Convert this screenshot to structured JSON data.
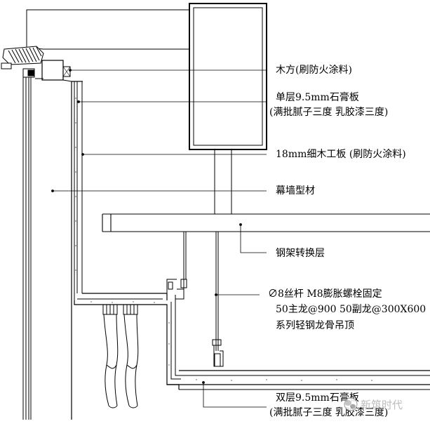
{
  "labels": {
    "wood_batten": "木方(刷防火涂料)",
    "gypsum_single_line1": "单层9.5mm石膏板",
    "gypsum_single_line2": "(满批腻子三度 乳胶漆三度)",
    "plywood": "18mm细木工板 (刷防火涂料)",
    "curtain_wall_profile": "幕墙型材",
    "steel_transfer": "钢架转换层",
    "hanger_line1": "∅8丝杆 M8膨胀螺栓固定",
    "hanger_line2": "50主龙@900  50副龙@300X600",
    "hanger_line3": "系列轻钢龙骨吊顶",
    "gypsum_double_line1": "双层9.5mm石膏板",
    "gypsum_double_line2": "(满批腻子三度 乳胶漆三度)"
  },
  "watermark": "新筑时代",
  "icons": {
    "watermark": "wechat-logo-icon",
    "louver": "louver-hatch-icon",
    "lights": "downlight-beam-icon"
  }
}
